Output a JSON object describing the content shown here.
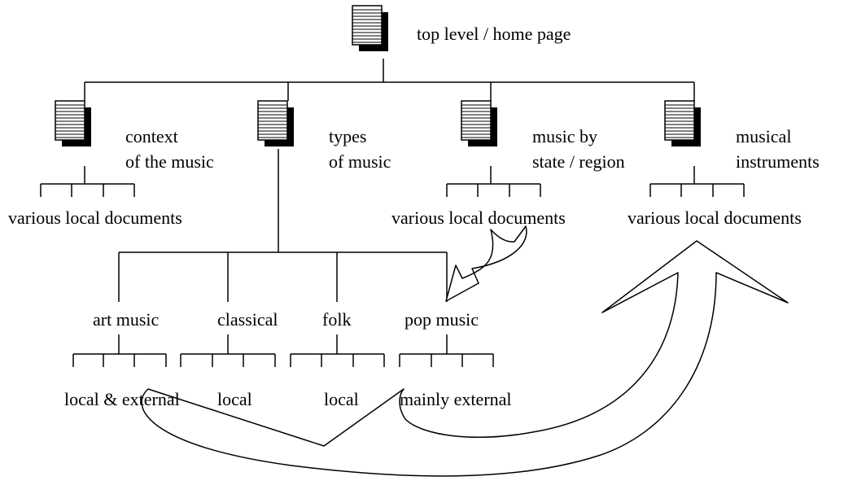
{
  "diagram": {
    "root": {
      "label": "top level / home page"
    },
    "sections": [
      {
        "id": "context",
        "line1": "context",
        "line2": "of the music",
        "docs": "various local documents"
      },
      {
        "id": "types",
        "line1": "types",
        "line2": "of music"
      },
      {
        "id": "state",
        "line1": "music by",
        "line2": "state / region",
        "docs": "various local documents"
      },
      {
        "id": "instruments",
        "line1": "musical",
        "line2": "instruments",
        "docs": "various local documents"
      }
    ],
    "types": [
      {
        "id": "art",
        "label": "art music",
        "docs": "local & external"
      },
      {
        "id": "classical",
        "label": "classical",
        "docs": "local"
      },
      {
        "id": "folk",
        "label": "folk",
        "docs": "local"
      },
      {
        "id": "pop",
        "label": "pop music",
        "docs": "mainly external"
      }
    ]
  },
  "colors": {
    "line": "#000000",
    "page_fill": "#ffffff",
    "page_shadow": "#000000"
  },
  "icons": {
    "document": "page-icon"
  }
}
